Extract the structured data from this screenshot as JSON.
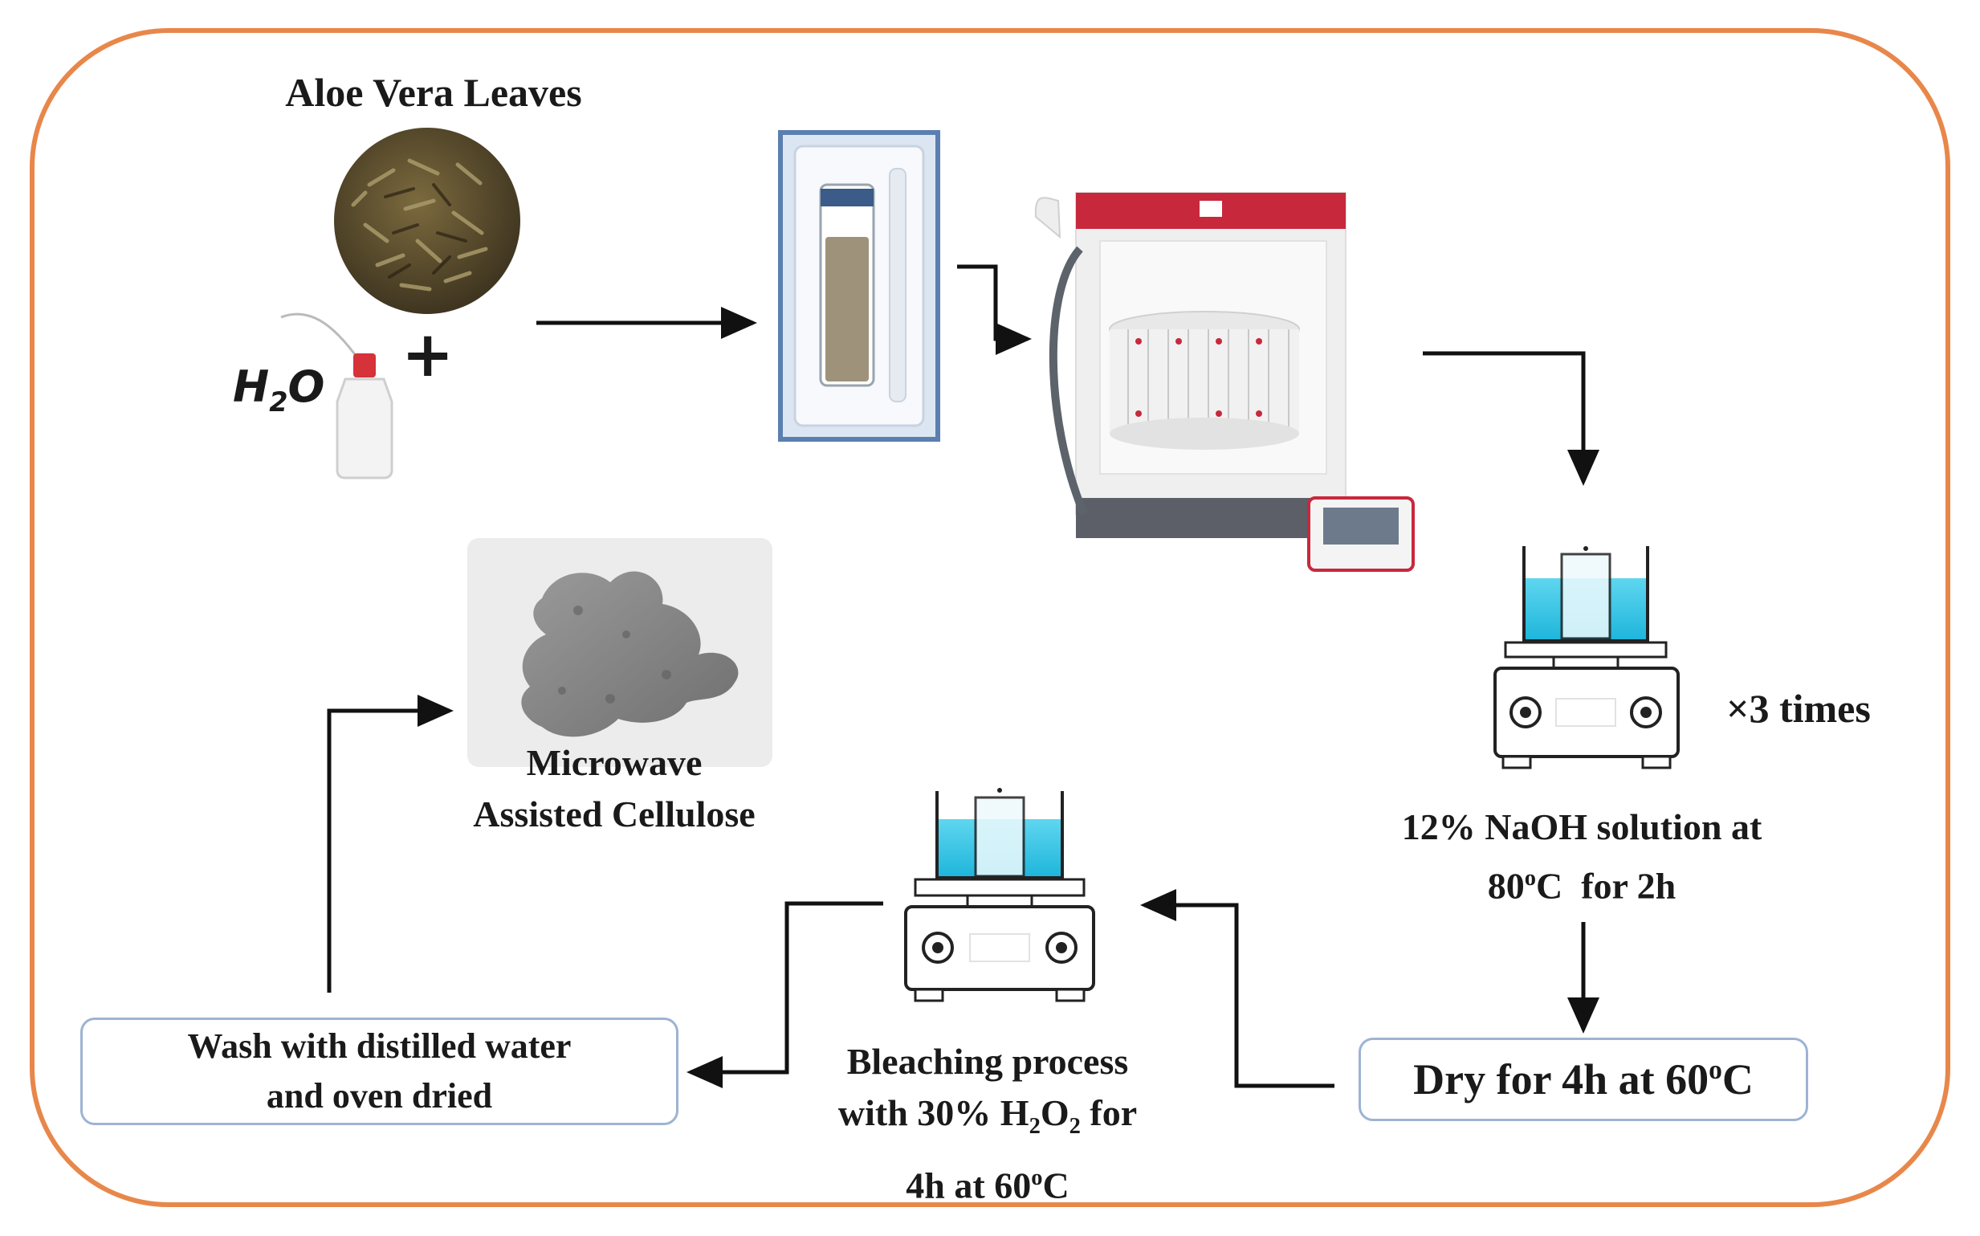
{
  "labels": {
    "start": "Aloe Vera Leaves",
    "water": "H",
    "water_sub": "2",
    "water_end": "O",
    "plus": "+",
    "times": "×3 times",
    "naoh_line1": "12% NaOH solution at",
    "naoh_line2_a": "80",
    "naoh_line2_sup": "o",
    "naoh_line2_b": "C  for 2h",
    "dry_a": "Dry for 4h at 60",
    "dry_sup": "o",
    "dry_b": "C",
    "bleach_line1": "Bleaching process",
    "bleach_line2_a": "with 30% H",
    "bleach_line2_sub1": "2",
    "bleach_line2_mid": "O",
    "bleach_line2_sub2": "2",
    "bleach_line2_b": " for",
    "bleach_line3_a": "4h at 60",
    "bleach_line3_sup": "o",
    "bleach_line3_b": "C",
    "wash_line1": "Wash with distilled water",
    "wash_line2": "and oven dried",
    "product_line1": "Microwave",
    "product_line2": "Assisted Cellulose"
  },
  "colors": {
    "frame": "#e8874a",
    "box_border": "#9db3d4",
    "liquid": "#38c7e6",
    "accent_red": "#c8283c",
    "vessel_frame": "#5a7fb0"
  }
}
